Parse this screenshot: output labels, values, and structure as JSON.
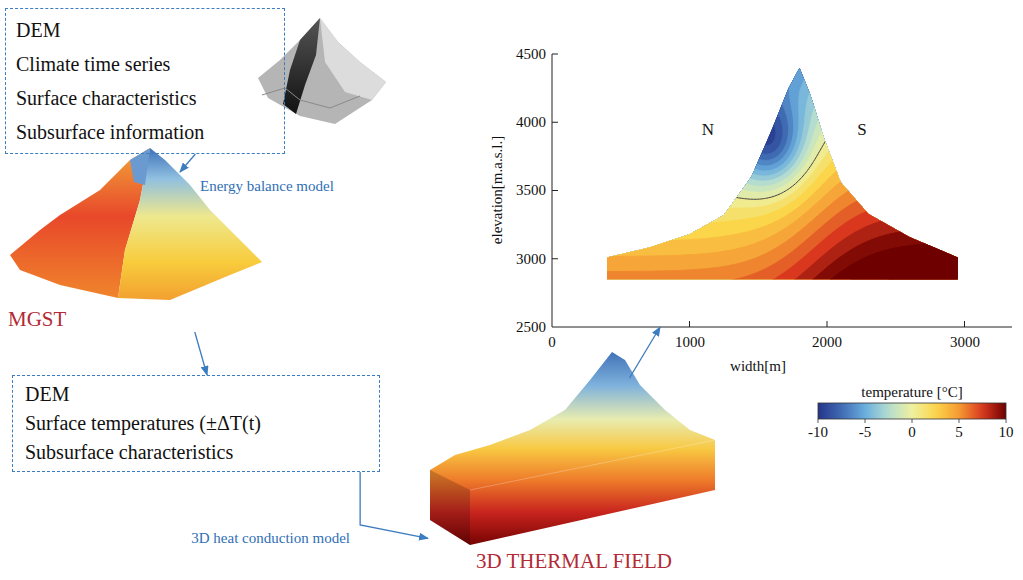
{
  "diagram": {
    "nodes": [
      {
        "text": [
          "DEM",
          "Climate time series",
          "Surface characteristics",
          "Subsurface information"
        ]
      },
      {
        "text": [
          "MGST"
        ]
      },
      {
        "text": [
          "DEM",
          "Surface temperatures (±ΔT(t)",
          "Subsurface characteristics"
        ]
      },
      {
        "text": [
          "3D THERMAL FIELD"
        ]
      },
      {
        "text": [
          "N",
          "S"
        ]
      }
    ],
    "edges": [
      {
        "from": 0,
        "to": 1,
        "arrow": "to",
        "label": "Energy balance model"
      },
      {
        "from": 1,
        "to": 2,
        "arrow": "to"
      },
      {
        "from": 2,
        "to": 3,
        "arrow": "to",
        "label": "3D heat conduction model"
      },
      {
        "from": 3,
        "to": 4,
        "arrow": "to"
      }
    ],
    "labels": [
      "4500",
      "4000",
      "3500",
      "3000",
      "2500",
      "0",
      "1000",
      "2000",
      "3000",
      "elevation[m.a.s.l.]",
      "width[m]",
      "temperature [°C]",
      "-10",
      "-5",
      "0",
      "5",
      "10"
    ]
  }
}
